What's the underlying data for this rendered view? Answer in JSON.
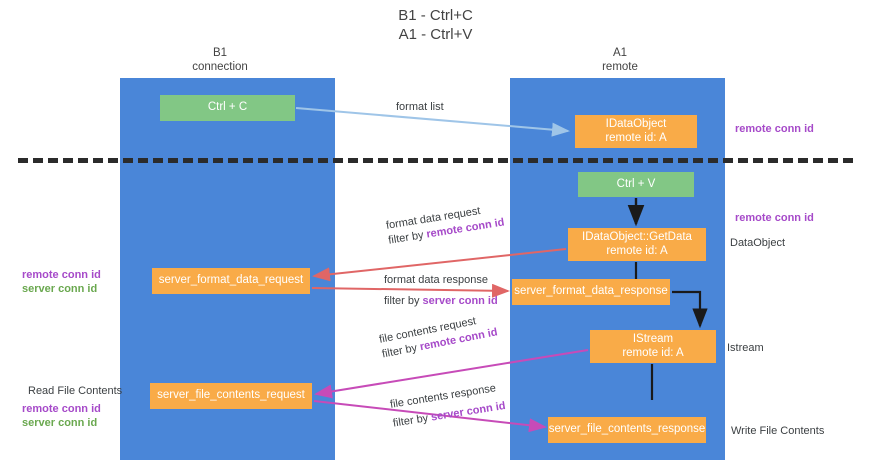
{
  "title": {
    "line1": "B1 - Ctrl+C",
    "line2": "A1 - Ctrl+V"
  },
  "columns": {
    "left": {
      "name": "B1",
      "role": "connection"
    },
    "right": {
      "name": "A1",
      "role": "remote"
    }
  },
  "nodes": {
    "ctrl_c": {
      "label": "Ctrl + C",
      "color": "#82c785"
    },
    "idataobject": {
      "line1": "IDataObject",
      "line2": "remote id: A",
      "color": "#f9ab48"
    },
    "ctrl_v": {
      "label": "Ctrl + V",
      "color": "#82c785"
    },
    "getdata": {
      "line1": "IDataObject::GetData",
      "line2": "remote id: A",
      "color": "#f9ab48"
    },
    "server_format_data_request": {
      "label": "server_format_data_request",
      "color": "#f9ab48"
    },
    "server_format_data_response": {
      "label": "server_format_data_response",
      "color": "#f9ab48"
    },
    "istream": {
      "line1": "IStream",
      "line2": "remote id: A",
      "color": "#f9ab48"
    },
    "server_file_contents_request": {
      "label": "server_file_contents_request",
      "color": "#f9ab48"
    },
    "server_file_contents_response": {
      "label": "server_file_contents_response",
      "color": "#f9ab48"
    }
  },
  "edges": {
    "format_list": {
      "line1": "format list",
      "line2": "",
      "filter_prefix": "",
      "filter_key": ""
    },
    "format_data_request": {
      "line1": "format data request",
      "filter_prefix": "filter by ",
      "filter_key": "remote conn id"
    },
    "format_data_response": {
      "line1": "format data response",
      "filter_prefix": "filter by ",
      "filter_key": "server conn id"
    },
    "file_contents_request": {
      "line1": "file contents request",
      "filter_prefix": "filter by ",
      "filter_key": "remote conn id"
    },
    "file_contents_response": {
      "line1": "file contents response",
      "filter_prefix": "filter by ",
      "filter_key": "server conn id"
    }
  },
  "annotations": {
    "right_remote_conn_id_top": "remote conn id",
    "right_remote_conn_id_mid": "remote conn id",
    "right_dataobject": "DataObject",
    "right_istream": "Istream",
    "right_write_file_contents": "Write File Contents",
    "left_remote_conn_id_1": "remote conn id",
    "left_server_conn_id_1": "server conn id",
    "left_read_file_contents": "Read File Contents",
    "left_remote_conn_id_2": "remote conn id",
    "left_server_conn_id_2": "server conn id"
  },
  "colors": {
    "lane": "#4a86d8",
    "green_node": "#82c785",
    "orange_node": "#f9ab48",
    "remote_conn_id": "#a64ac9",
    "server_conn_id": "#6aa84f",
    "divider": "#2b2b2b",
    "arrow_blue": "#9fc5e8",
    "arrow_red": "#e06666",
    "arrow_magenta": "#c74bb8",
    "arrow_black": "#1a1a1a"
  }
}
